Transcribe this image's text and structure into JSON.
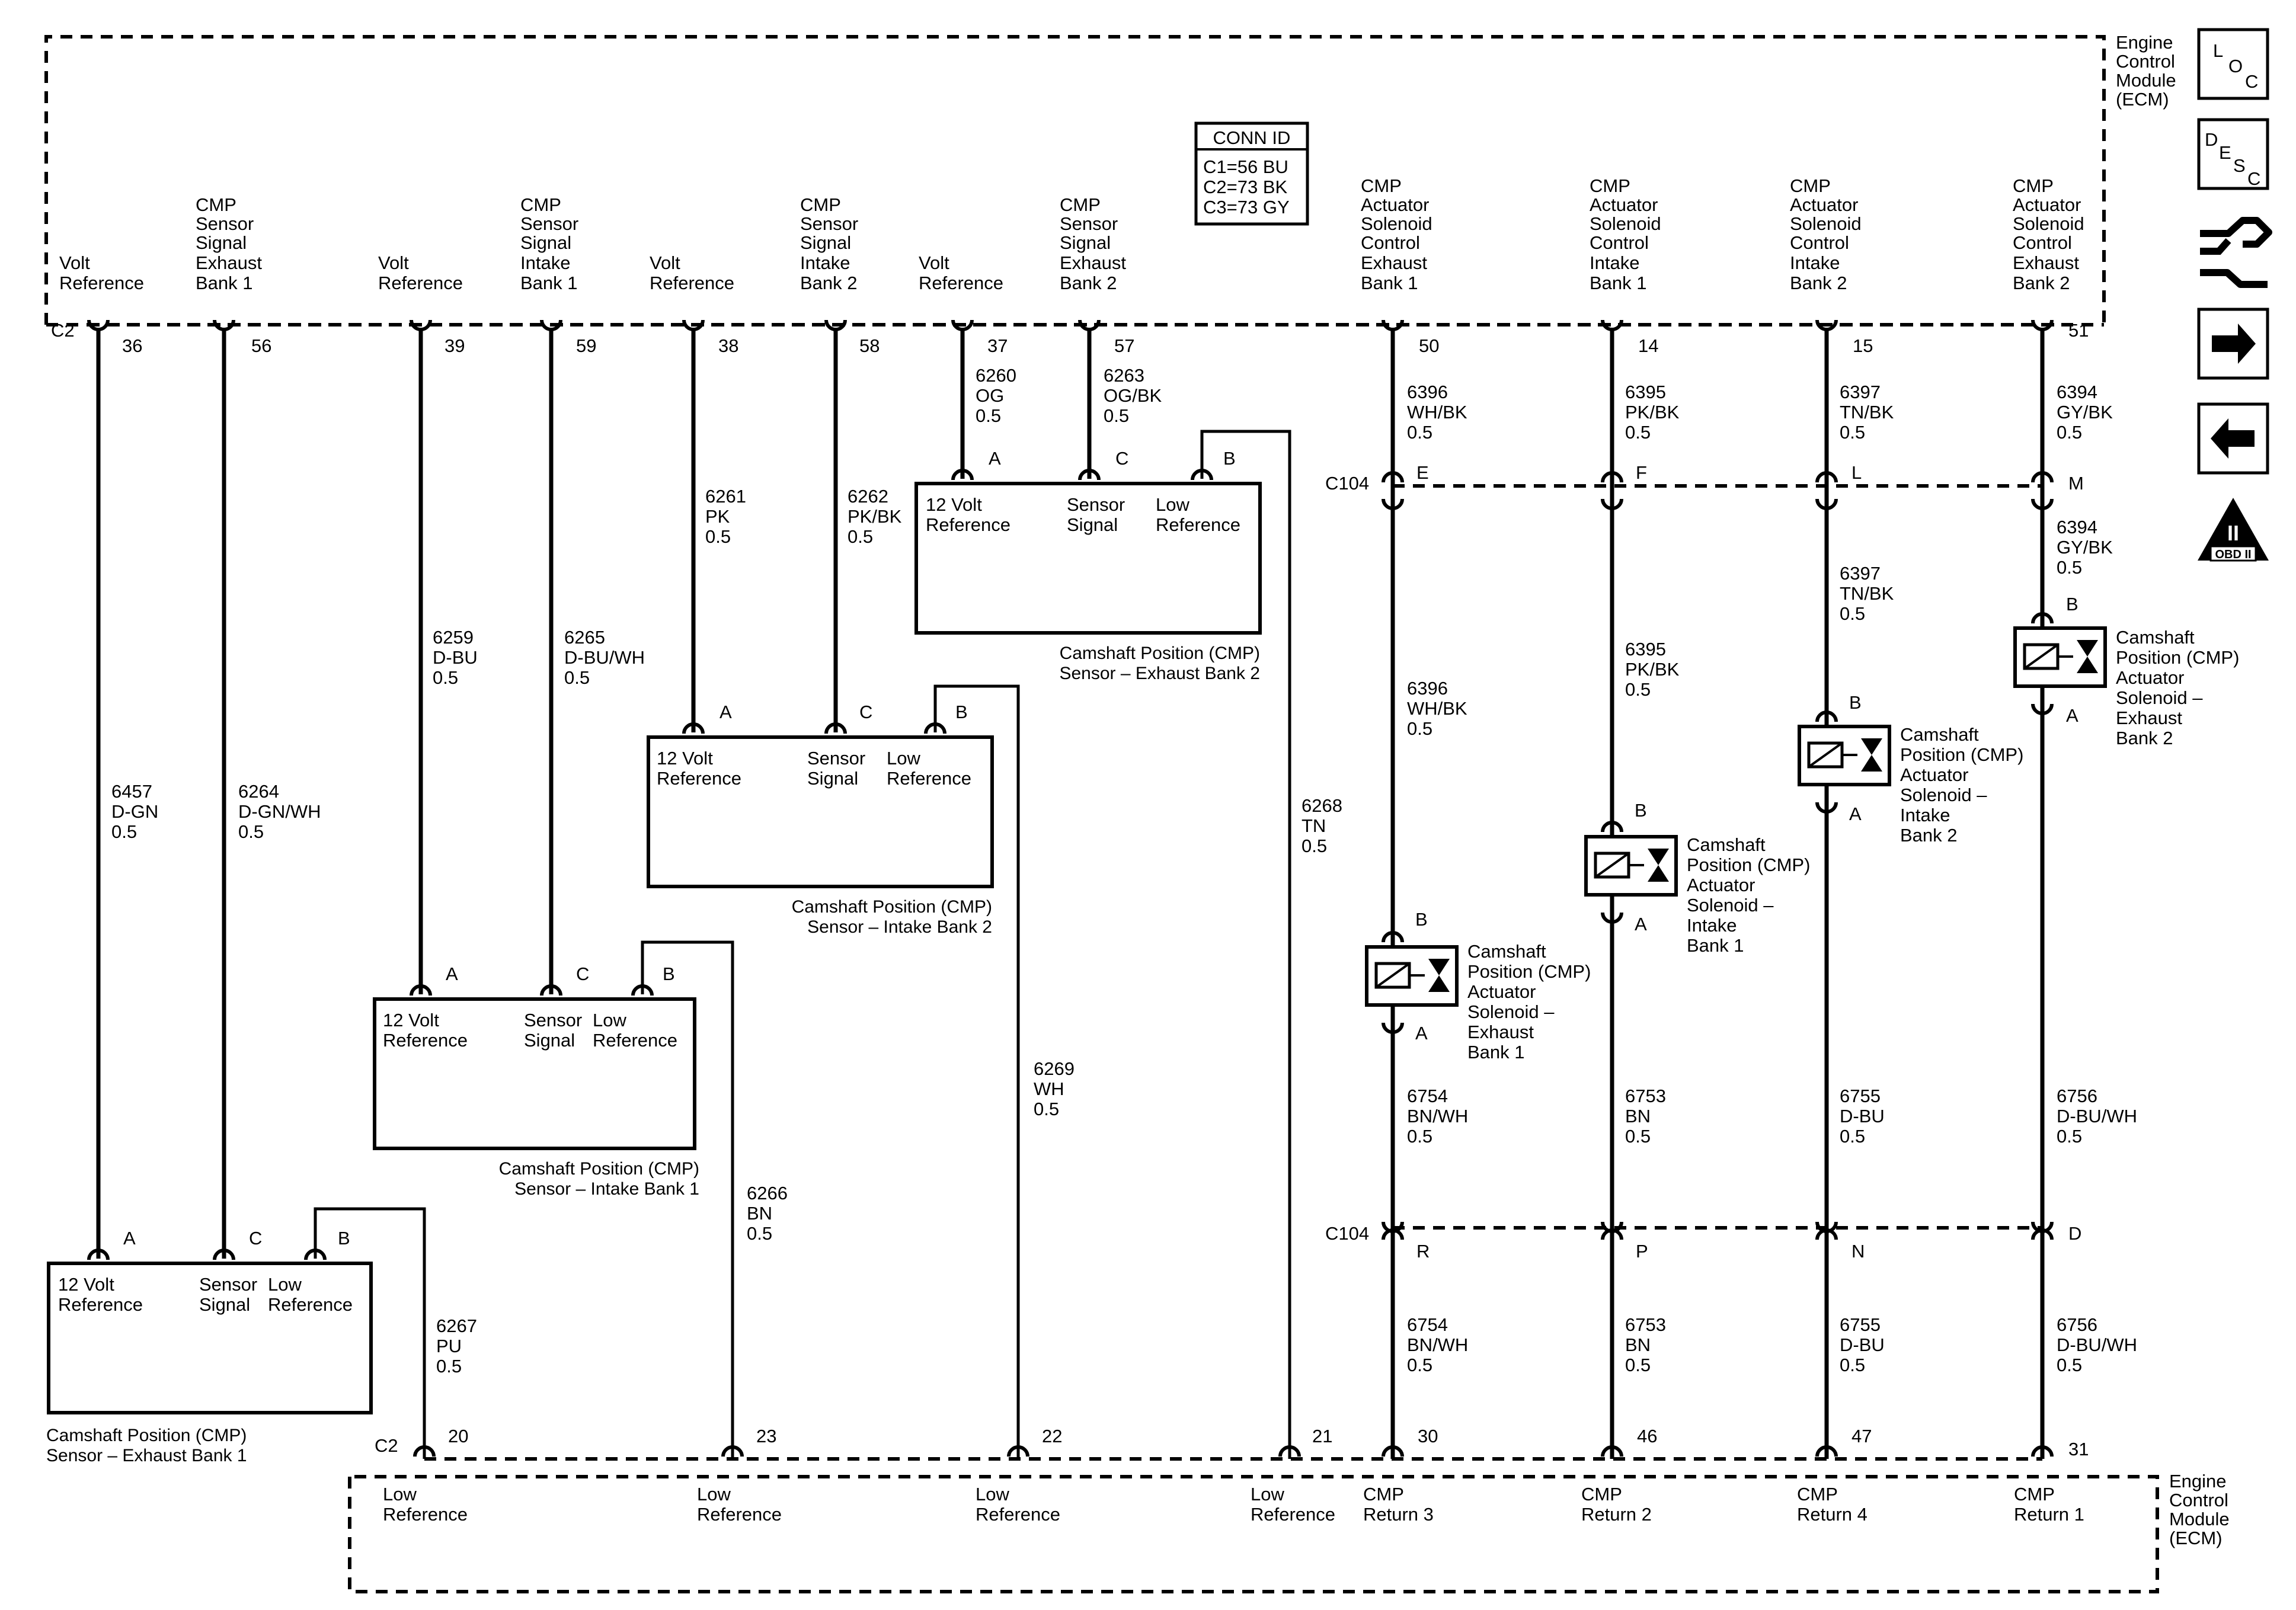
{
  "ecm": {
    "label_lines": [
      "Engine",
      "Control",
      "Module",
      "(ECM)"
    ]
  },
  "conn_id": {
    "title": "CONN ID",
    "entries": [
      "C1=56 BU",
      "C2=73 BK",
      "C3=73 GY"
    ]
  },
  "connectors": {
    "c2_top": "C2",
    "c2_bottom": "C2",
    "c104_top": "C104",
    "c104_bottom": "C104"
  },
  "top_terminals": [
    {
      "id": "t36",
      "lines": [
        "Volt",
        "Reference"
      ],
      "pin": "36"
    },
    {
      "id": "t56",
      "lines": [
        "CMP",
        "Sensor",
        "Signal",
        "Exhaust",
        "Bank 1"
      ],
      "pin": "56"
    },
    {
      "id": "t39",
      "lines": [
        "Volt",
        "Reference"
      ],
      "pin": "39"
    },
    {
      "id": "t59",
      "lines": [
        "CMP",
        "Sensor",
        "Signal",
        "Intake",
        "Bank 1"
      ],
      "pin": "59"
    },
    {
      "id": "t38",
      "lines": [
        "Volt",
        "Reference"
      ],
      "pin": "38"
    },
    {
      "id": "t58",
      "lines": [
        "CMP",
        "Sensor",
        "Signal",
        "Intake",
        "Bank 2"
      ],
      "pin": "58"
    },
    {
      "id": "t37",
      "lines": [
        "Volt",
        "Reference"
      ],
      "pin": "37"
    },
    {
      "id": "t57",
      "lines": [
        "CMP",
        "Sensor",
        "Signal",
        "Exhaust",
        "Bank 2"
      ],
      "pin": "57"
    },
    {
      "id": "t50",
      "lines": [
        "CMP",
        "Actuator",
        "Solenoid",
        "Control",
        "Exhaust",
        "Bank 1"
      ],
      "pin": "50"
    },
    {
      "id": "t14",
      "lines": [
        "CMP",
        "Actuator",
        "Solenoid",
        "Control",
        "Intake",
        "Bank 1"
      ],
      "pin": "14"
    },
    {
      "id": "t15",
      "lines": [
        "CMP",
        "Actuator",
        "Solenoid",
        "Control",
        "Intake",
        "Bank 2"
      ],
      "pin": "15"
    },
    {
      "id": "t51",
      "lines": [
        "CMP",
        "Actuator",
        "Solenoid",
        "Control",
        "Exhaust",
        "Bank 2"
      ],
      "pin": "51"
    }
  ],
  "bottom_terminals": [
    {
      "id": "b20",
      "lines": [
        "Low",
        "Reference"
      ],
      "pin": "20"
    },
    {
      "id": "b23",
      "lines": [
        "Low",
        "Reference"
      ],
      "pin": "23"
    },
    {
      "id": "b22",
      "lines": [
        "Low",
        "Reference"
      ],
      "pin": "22"
    },
    {
      "id": "b21",
      "lines": [
        "Low",
        "Reference"
      ],
      "pin": "21"
    },
    {
      "id": "b30",
      "lines": [
        "CMP",
        "Return 3"
      ],
      "pin": "30"
    },
    {
      "id": "b46",
      "lines": [
        "CMP",
        "Return 2"
      ],
      "pin": "46"
    },
    {
      "id": "b47",
      "lines": [
        "CMP",
        "Return 4"
      ],
      "pin": "47"
    },
    {
      "id": "b31",
      "lines": [
        "CMP",
        "Return 1"
      ],
      "pin": "31"
    }
  ],
  "wire_labels": [
    {
      "id": "w6457",
      "lines": [
        "6457",
        "D-GN",
        "0.5"
      ]
    },
    {
      "id": "w6264",
      "lines": [
        "6264",
        "D-GN/WH",
        "0.5"
      ]
    },
    {
      "id": "w6259",
      "lines": [
        "6259",
        "D-BU",
        "0.5"
      ]
    },
    {
      "id": "w6265",
      "lines": [
        "6265",
        "D-BU/WH",
        "0.5"
      ]
    },
    {
      "id": "w6261",
      "lines": [
        "6261",
        "PK",
        "0.5"
      ]
    },
    {
      "id": "w6262",
      "lines": [
        "6262",
        "PK/BK",
        "0.5"
      ]
    },
    {
      "id": "w6260",
      "lines": [
        "6260",
        "OG",
        "0.5"
      ]
    },
    {
      "id": "w6263",
      "lines": [
        "6263",
        "OG/BK",
        "0.5"
      ]
    },
    {
      "id": "w6267",
      "lines": [
        "6267",
        "PU",
        "0.5"
      ]
    },
    {
      "id": "w6266",
      "lines": [
        "6266",
        "BN",
        "0.5"
      ]
    },
    {
      "id": "w6269",
      "lines": [
        "6269",
        "WH",
        "0.5"
      ]
    },
    {
      "id": "w6268",
      "lines": [
        "6268",
        "TN",
        "0.5"
      ]
    },
    {
      "id": "w6396a",
      "lines": [
        "6396",
        "WH/BK",
        "0.5"
      ]
    },
    {
      "id": "w6396b",
      "lines": [
        "6396",
        "WH/BK",
        "0.5"
      ]
    },
    {
      "id": "w6395a",
      "lines": [
        "6395",
        "PK/BK",
        "0.5"
      ]
    },
    {
      "id": "w6395b",
      "lines": [
        "6395",
        "PK/BK",
        "0.5"
      ]
    },
    {
      "id": "w6397a",
      "lines": [
        "6397",
        "TN/BK",
        "0.5"
      ]
    },
    {
      "id": "w6397b",
      "lines": [
        "6397",
        "TN/BK",
        "0.5"
      ]
    },
    {
      "id": "w6394a",
      "lines": [
        "6394",
        "GY/BK",
        "0.5"
      ]
    },
    {
      "id": "w6394b",
      "lines": [
        "6394",
        "GY/BK",
        "0.5"
      ]
    },
    {
      "id": "w6754a",
      "lines": [
        "6754",
        "BN/WH",
        "0.5"
      ]
    },
    {
      "id": "w6754b",
      "lines": [
        "6754",
        "BN/WH",
        "0.5"
      ]
    },
    {
      "id": "w6753a",
      "lines": [
        "6753",
        "BN",
        "0.5"
      ]
    },
    {
      "id": "w6753b",
      "lines": [
        "6753",
        "BN",
        "0.5"
      ]
    },
    {
      "id": "w6755a",
      "lines": [
        "6755",
        "D-BU",
        "0.5"
      ]
    },
    {
      "id": "w6755b",
      "lines": [
        "6755",
        "D-BU",
        "0.5"
      ]
    },
    {
      "id": "w6756a",
      "lines": [
        "6756",
        "D-BU/WH",
        "0.5"
      ]
    },
    {
      "id": "w6756b",
      "lines": [
        "6756",
        "D-BU/WH",
        "0.5"
      ]
    }
  ],
  "c104_pins": {
    "top": [
      "E",
      "F",
      "L",
      "M"
    ],
    "bottom": [
      "R",
      "P",
      "N",
      "D"
    ]
  },
  "sensors": [
    {
      "id": "s_exh1",
      "pins": [
        "A",
        "C",
        "B"
      ],
      "labels": [
        [
          "12 Volt",
          "Reference"
        ],
        [
          "Sensor",
          "Signal"
        ],
        [
          "Low",
          "Reference"
        ]
      ],
      "title": [
        "Camshaft Position (CMP)",
        "Sensor – Exhaust Bank 1"
      ]
    },
    {
      "id": "s_int1",
      "pins": [
        "A",
        "C",
        "B"
      ],
      "labels": [
        [
          "12 Volt",
          "Reference"
        ],
        [
          "Sensor",
          "Signal"
        ],
        [
          "Low",
          "Reference"
        ]
      ],
      "title": [
        "Camshaft Position (CMP)",
        "Sensor – Intake Bank 1"
      ]
    },
    {
      "id": "s_int2",
      "pins": [
        "A",
        "C",
        "B"
      ],
      "labels": [
        [
          "12 Volt",
          "Reference"
        ],
        [
          "Sensor",
          "Signal"
        ],
        [
          "Low",
          "Reference"
        ]
      ],
      "title": [
        "Camshaft Position (CMP)",
        "Sensor – Intake Bank 2"
      ]
    },
    {
      "id": "s_exh2",
      "pins": [
        "A",
        "C",
        "B"
      ],
      "labels": [
        [
          "12 Volt",
          "Reference"
        ],
        [
          "Sensor",
          "Signal"
        ],
        [
          "Low",
          "Reference"
        ]
      ],
      "title": [
        "Camshaft Position (CMP)",
        "Sensor – Exhaust Bank 2"
      ]
    }
  ],
  "solenoids": [
    {
      "id": "sol_exh1",
      "pin_top": "B",
      "pin_bottom": "A",
      "lines": [
        "Camshaft",
        "Position (CMP)",
        "Actuator",
        "Solenoid –",
        "Exhaust",
        "Bank 1"
      ]
    },
    {
      "id": "sol_int1",
      "pin_top": "B",
      "pin_bottom": "A",
      "lines": [
        "Camshaft",
        "Position (CMP)",
        "Actuator",
        "Solenoid –",
        "Intake",
        "Bank 1"
      ]
    },
    {
      "id": "sol_int2",
      "pin_top": "B",
      "pin_bottom": "A",
      "lines": [
        "Camshaft",
        "Position (CMP)",
        "Actuator",
        "Solenoid –",
        "Intake",
        "Bank 2"
      ]
    },
    {
      "id": "sol_exh2",
      "pin_top": "B",
      "pin_bottom": "A",
      "lines": [
        "Camshaft",
        "Position (CMP)",
        "Actuator",
        "Solenoid –",
        "Exhaust",
        "Bank 2"
      ]
    }
  ],
  "icons": {
    "loc": [
      "L",
      "O",
      "C"
    ],
    "desc": [
      "D",
      "E",
      "S",
      "C"
    ],
    "obd": [
      "II",
      "OBD II"
    ]
  }
}
